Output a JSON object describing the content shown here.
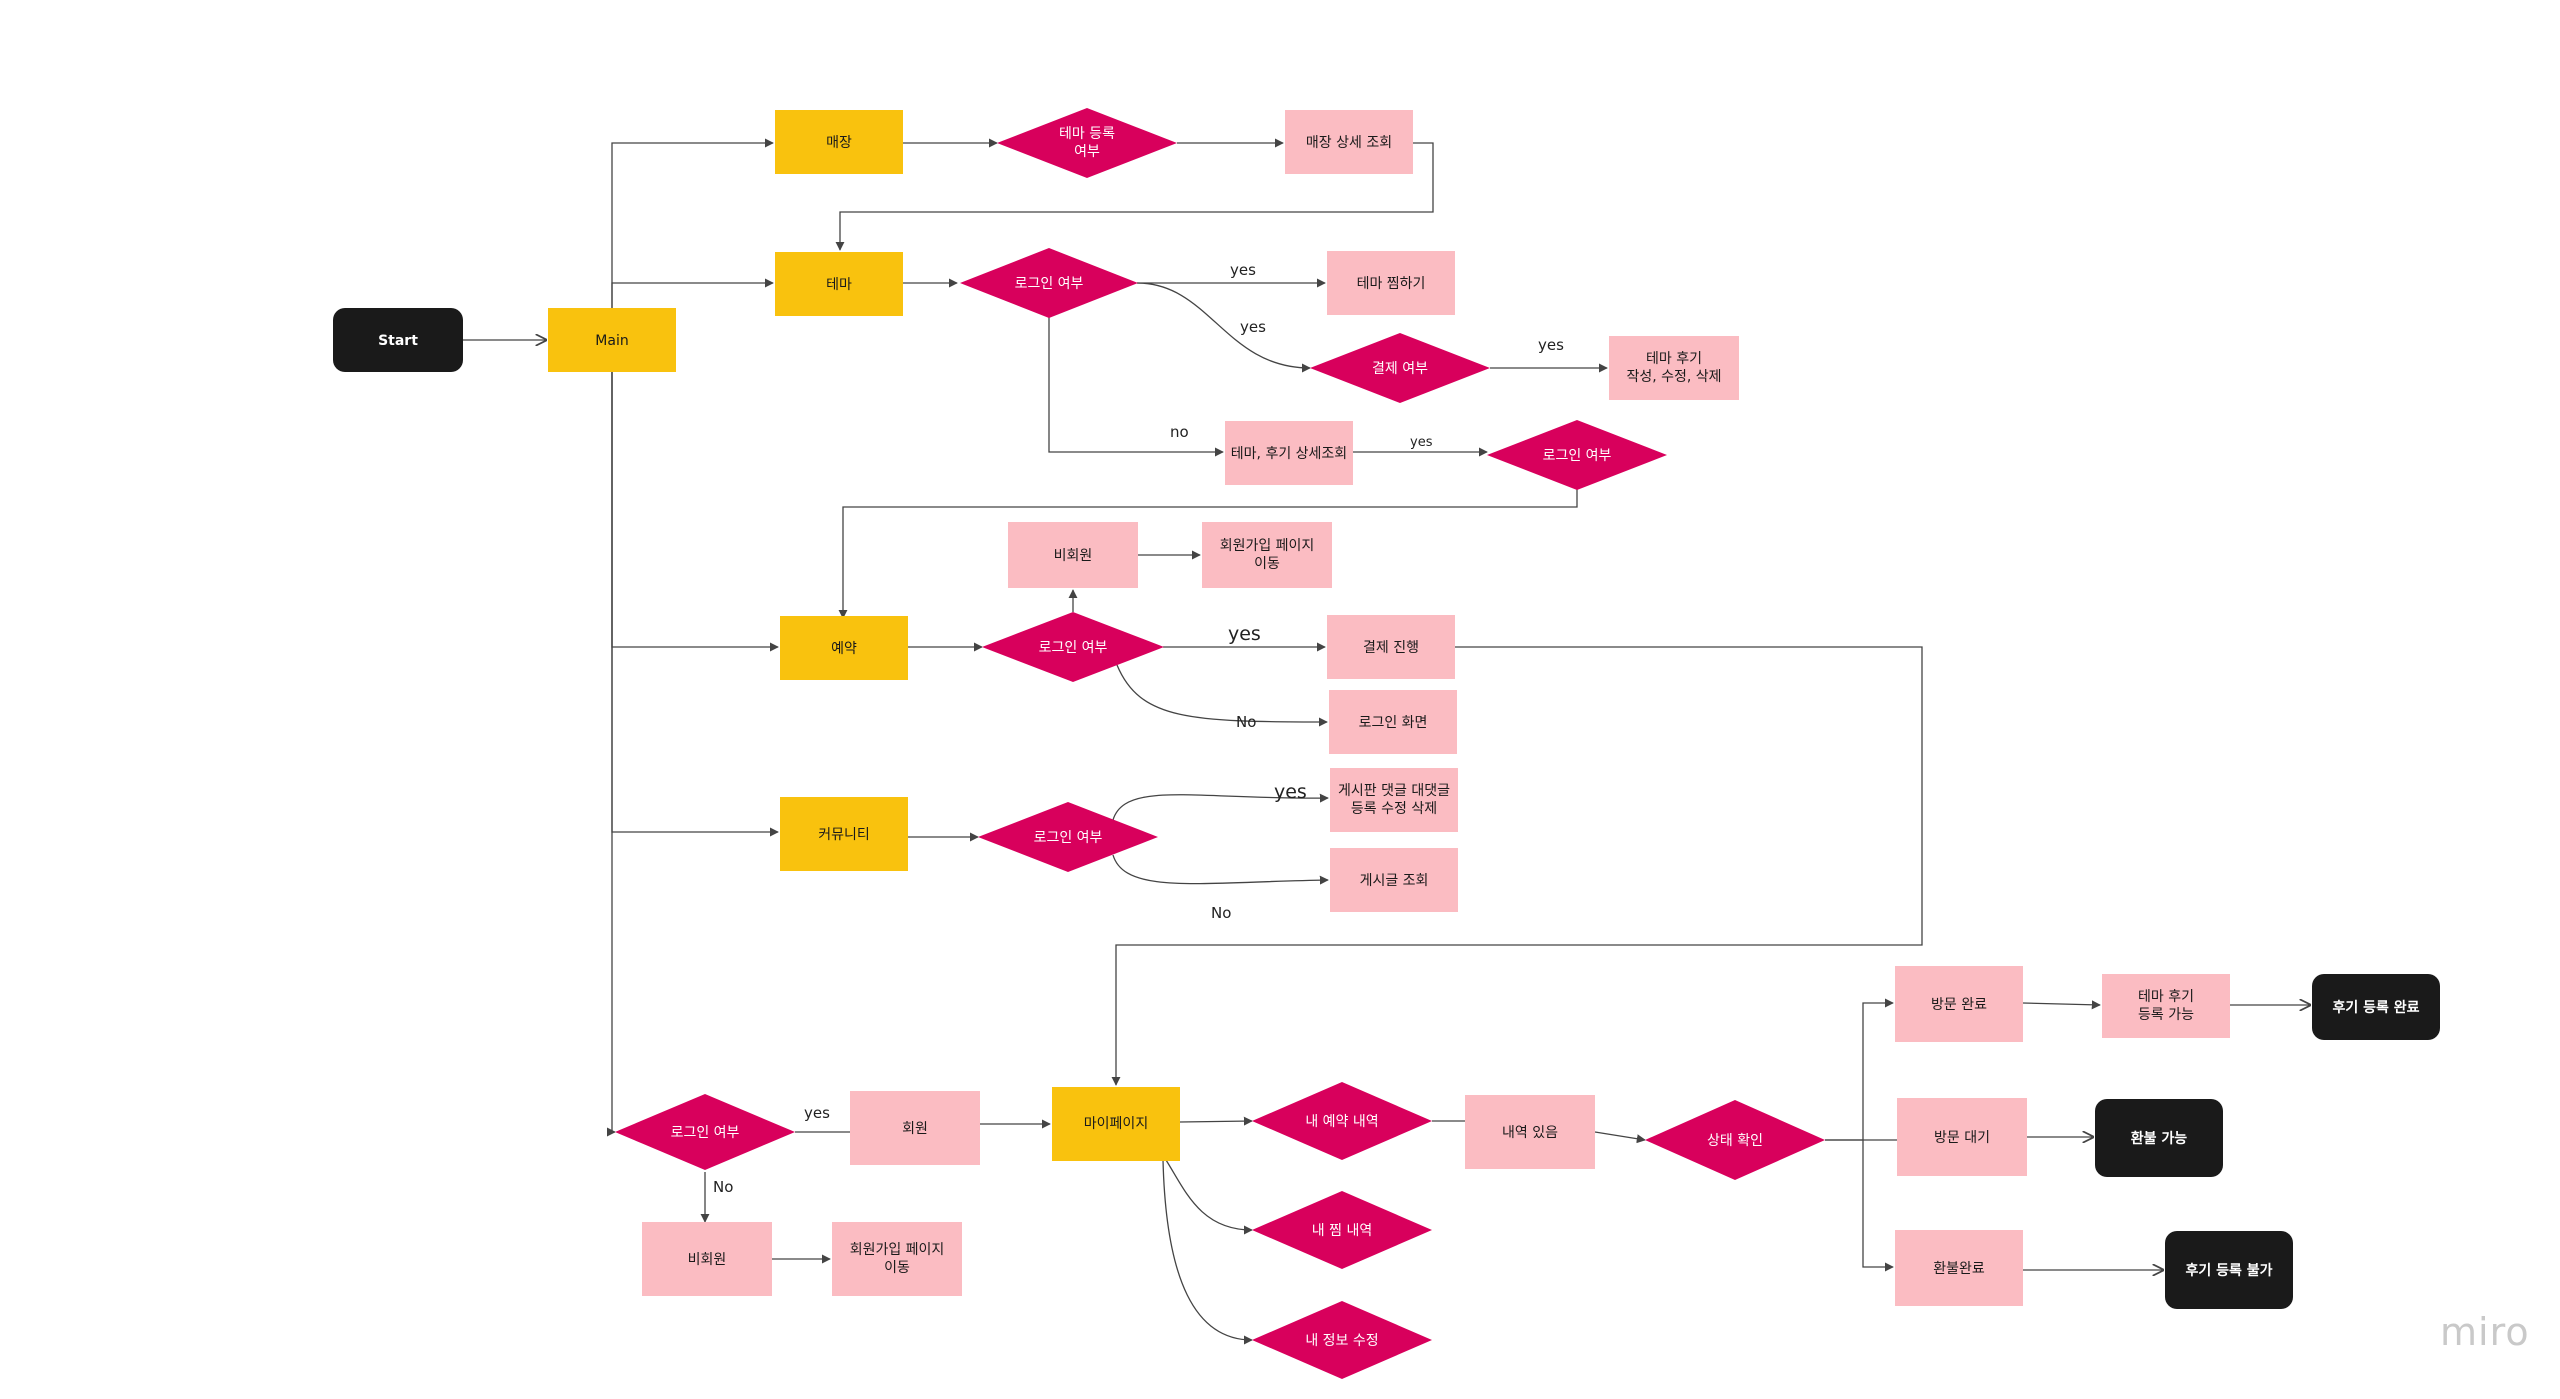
{
  "colors": {
    "terminal": "#1a1a1a",
    "process_yellow": "#f9c20e",
    "decision": "#d8005c",
    "box_pink": "#fbbcc2",
    "edge": "#444444"
  },
  "nodes": {
    "start": "Start",
    "main": "Main",
    "store": "매장",
    "theme_registered": [
      "테마 등록",
      "여부"
    ],
    "store_detail": "매장 상세 조회",
    "theme": "테마",
    "login_check_theme": "로그인 여부",
    "theme_like": "테마 찜하기",
    "payment_check": "결제 여부",
    "review_write": [
      "테마 후기",
      "작성, 수정, 삭제"
    ],
    "review_view": "테마, 후기 상세조회",
    "login_check_review": "로그인 여부",
    "non_member_reserve": "비회원",
    "signup_reserve": [
      "회원가입 페이지",
      "이동"
    ],
    "reservation": "예약",
    "login_check_reserve": "로그인 여부",
    "payment_proceed": "결제 진행",
    "login_screen": "로그인 화면",
    "community": "커뮤니티",
    "login_check_community": "로그인 여부",
    "board_actions": [
      "게시판 댓글 대댓글",
      "등록 수정 삭제"
    ],
    "post_view": "게시글 조회",
    "login_check_bottom": "로그인 여부",
    "member": "회원",
    "mypage": "마이페이지",
    "non_member_bottom": "비회원",
    "signup_bottom": [
      "회원가입 페이지",
      "이동"
    ],
    "my_reservations": "내 예약 내역",
    "my_likes": "내 찜 내역",
    "my_info": "내 정보 수정",
    "has_history": "내역 있음",
    "status_check": "상태 확인",
    "visit_done": "방문 완료",
    "visit_waiting": "방문 대기",
    "refund_done": "환불완료",
    "review_possible": [
      "테마 후기",
      "등록 가능"
    ],
    "review_registered": "후기 등록 완료",
    "refund_possible": "환불 가능",
    "review_impossible": "후기 등록 불가"
  },
  "edge_labels": {
    "yes_theme_like": "yes",
    "yes_theme_payment": "yes",
    "yes_payment_review": "yes",
    "no_theme_view": "no",
    "yes_view_login": "yes",
    "yes_reserve": "yes",
    "no_reserve": "No",
    "yes_community": "yes",
    "no_community": "No",
    "yes_bottom": "yes",
    "no_bottom": "No"
  },
  "watermark": "miro"
}
